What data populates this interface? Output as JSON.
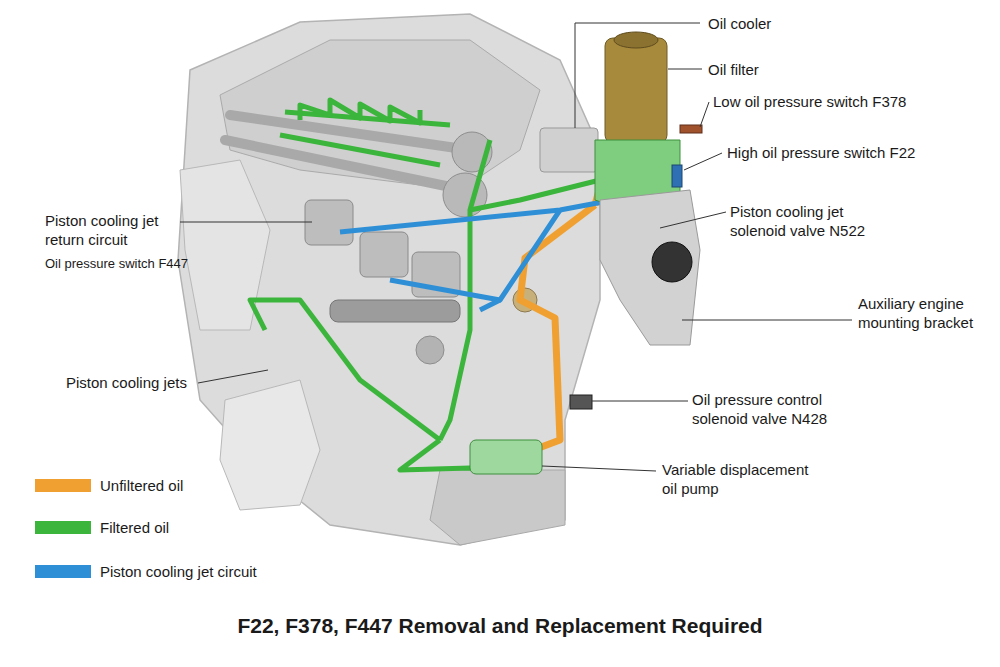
{
  "diagram": {
    "caption": "F22, F378, F447 Removal and Replacement Required",
    "labels": [
      "Oil cooler",
      "Oil filter",
      "Low oil pressure switch F378",
      "High oil pressure switch F22",
      "Piston cooling jet solenoid valve N522",
      "Auxiliary engine mounting bracket",
      "Oil pressure control solenoid valve N428",
      "Variable displacement oil pump",
      "Piston cooling jet return circuit",
      "Oil pressure switch F447",
      "Piston cooling jets"
    ],
    "legend": [
      {
        "text": "Unfiltered oil",
        "color": "#f0a030"
      },
      {
        "text": "Filtered oil",
        "color": "#3bb53b"
      },
      {
        "text": "Piston cooling jet circuit",
        "color": "#2e8fd6"
      }
    ]
  }
}
